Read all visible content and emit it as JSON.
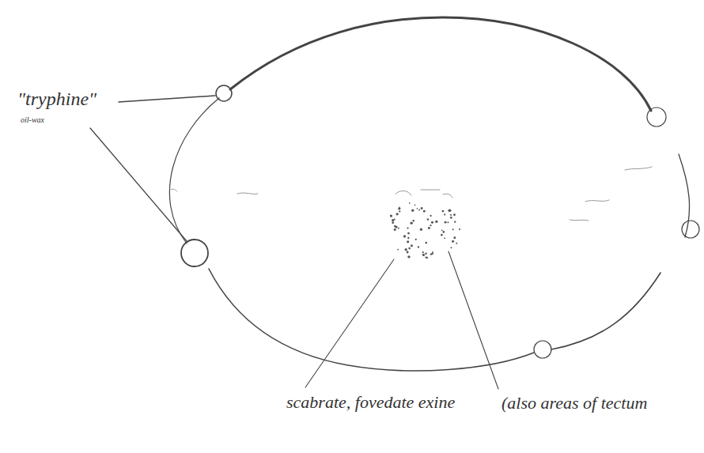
{
  "diagram": {
    "labels": [
      "\"tryphine\"",
      "oil-wax",
      "scabrate, fovedate exine",
      "(also areas of tectum"
    ]
  }
}
